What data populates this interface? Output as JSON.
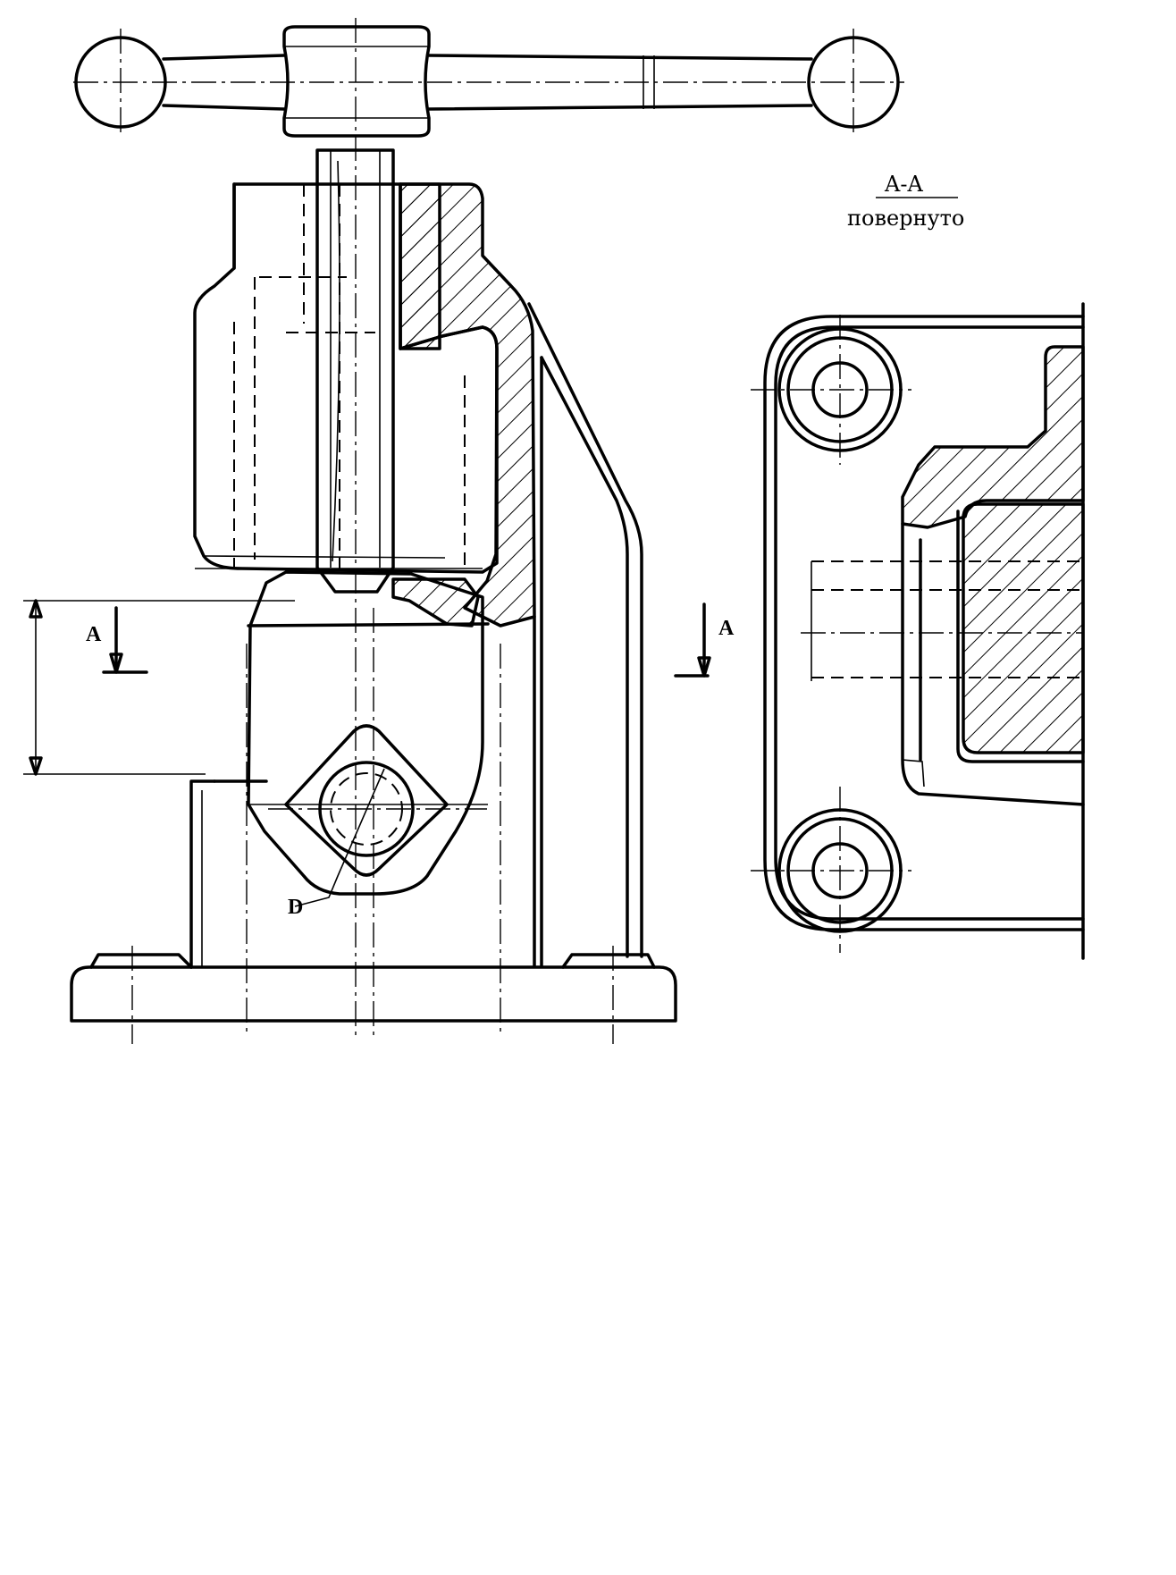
{
  "labels": {
    "section_view": "A-A",
    "section_note": "повернуто",
    "cut_left": "A",
    "cut_right": "A",
    "detail": "D"
  },
  "colors": {
    "line": "#000000",
    "background": "#ffffff"
  }
}
